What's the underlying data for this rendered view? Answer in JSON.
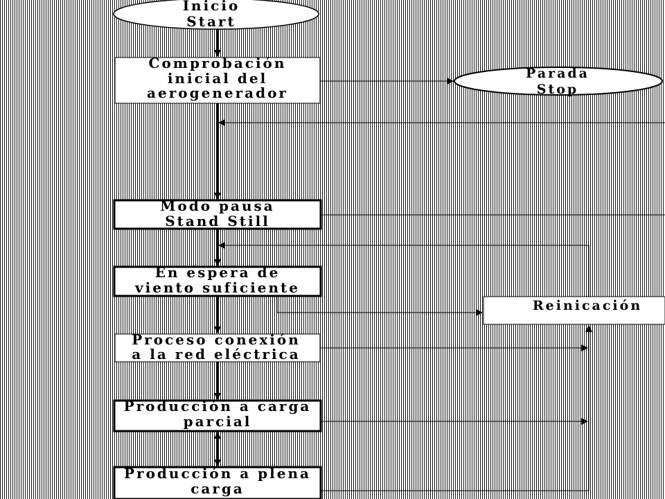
{
  "nodes": {
    "start": {
      "line1": "Inicio",
      "line2": "Start"
    },
    "initial_check": {
      "line1": "Comprobación",
      "line2": "inicial del",
      "line3": "aerogenerador"
    },
    "stop": {
      "line1": "Parada",
      "line2": "Stop"
    },
    "pause": {
      "line1": "Modo pausa",
      "line2": "Stand Still"
    },
    "wait_wind": {
      "line1": "En espera de",
      "line2": "viento suficiente"
    },
    "grid_connect": {
      "line1": "Proceso conexión",
      "line2": "a la red eléctrica"
    },
    "partial_load": {
      "line1": "Producción a carga",
      "line2": "parcial"
    },
    "full_load": {
      "line1": "Producción a plena",
      "line2": "carga"
    },
    "restart": {
      "label": "Reinicación"
    }
  },
  "colors": {
    "ink": "#000000",
    "background": "#ffffff",
    "hatch": "#111111"
  }
}
